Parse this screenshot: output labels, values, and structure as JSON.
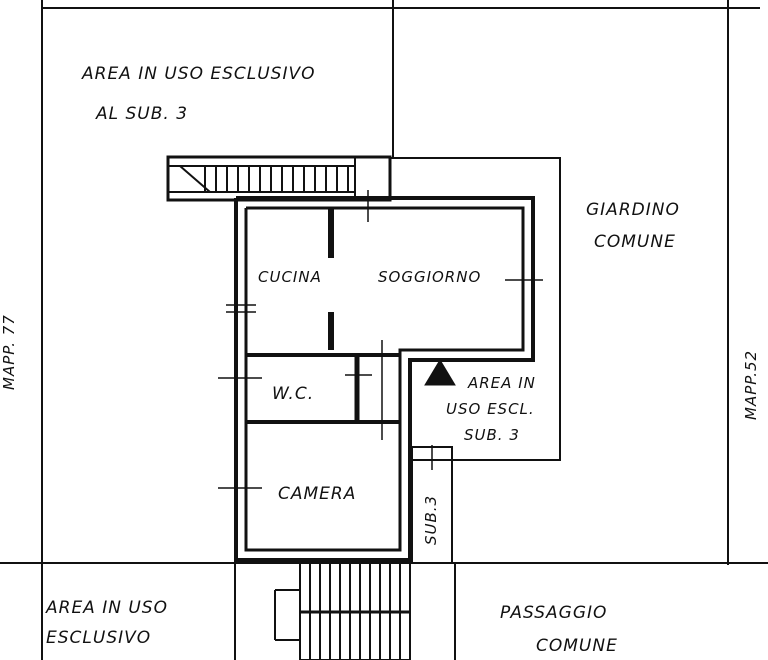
{
  "labels": {
    "area_sub3_line1": "AREA IN USO ESCLUSIVO",
    "area_sub3_line2": "AL SUB. 3",
    "giardino_line1": "GIARDINO",
    "giardino_line2": "COMUNE",
    "cucina": "CUCINA",
    "soggiorno": "SOGGIORNO",
    "wc": "W.C.",
    "camera": "CAMERA",
    "area_escl_line1": "AREA IN",
    "area_escl_line2": "USO ESCL.",
    "area_escl_line3": "SUB. 3",
    "sub3_strip": "SUB.3",
    "mapp_left": "MAPP. 77",
    "mapp_right": "MAPP.52",
    "area_bottom_line1": "AREA IN USO",
    "area_bottom_line2": "ESCLUSIVO",
    "passaggio_line1": "PASSAGGIO",
    "passaggio_line2": "COMUNE"
  }
}
